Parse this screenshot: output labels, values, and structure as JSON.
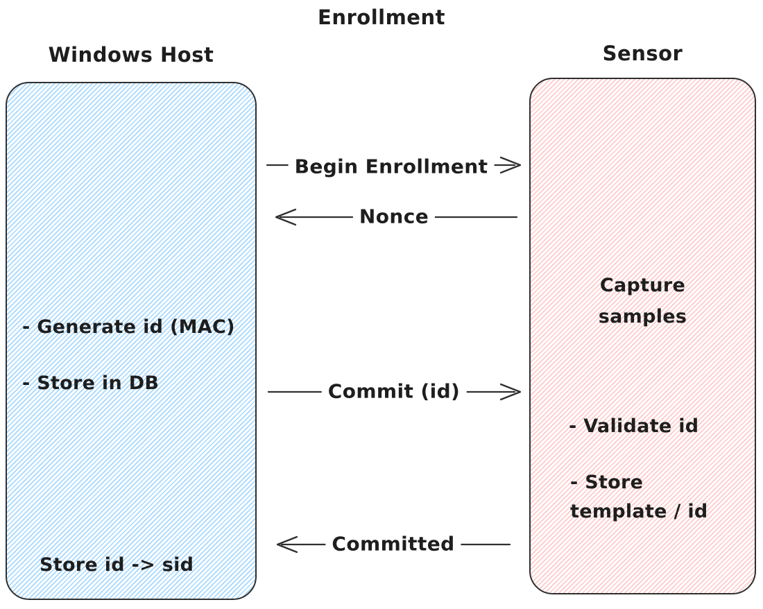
{
  "title": "Enrollment",
  "actors": {
    "host": {
      "label": "Windows Host",
      "notes": [
        "- Generate id (MAC)",
        "- Store in DB",
        "Store id -> sid"
      ]
    },
    "sensor": {
      "label": "Sensor",
      "notes": [
        "Capture samples",
        "- Validate id",
        "- Store template / id"
      ]
    }
  },
  "messages": [
    {
      "label": "Begin Enrollment",
      "from": "host",
      "to": "sensor",
      "direction": "right"
    },
    {
      "label": "Nonce",
      "from": "sensor",
      "to": "host",
      "direction": "left"
    },
    {
      "label": "Commit (id)",
      "from": "host",
      "to": "sensor",
      "direction": "right"
    },
    {
      "label": "Committed",
      "from": "sensor",
      "to": "host",
      "direction": "left"
    }
  ],
  "colors": {
    "host_fill": "#a5d8ff",
    "sensor_fill": "#ffc9c9",
    "stroke": "#2f2f2f",
    "text": "#1e1e1e",
    "background": "#ffffff"
  }
}
